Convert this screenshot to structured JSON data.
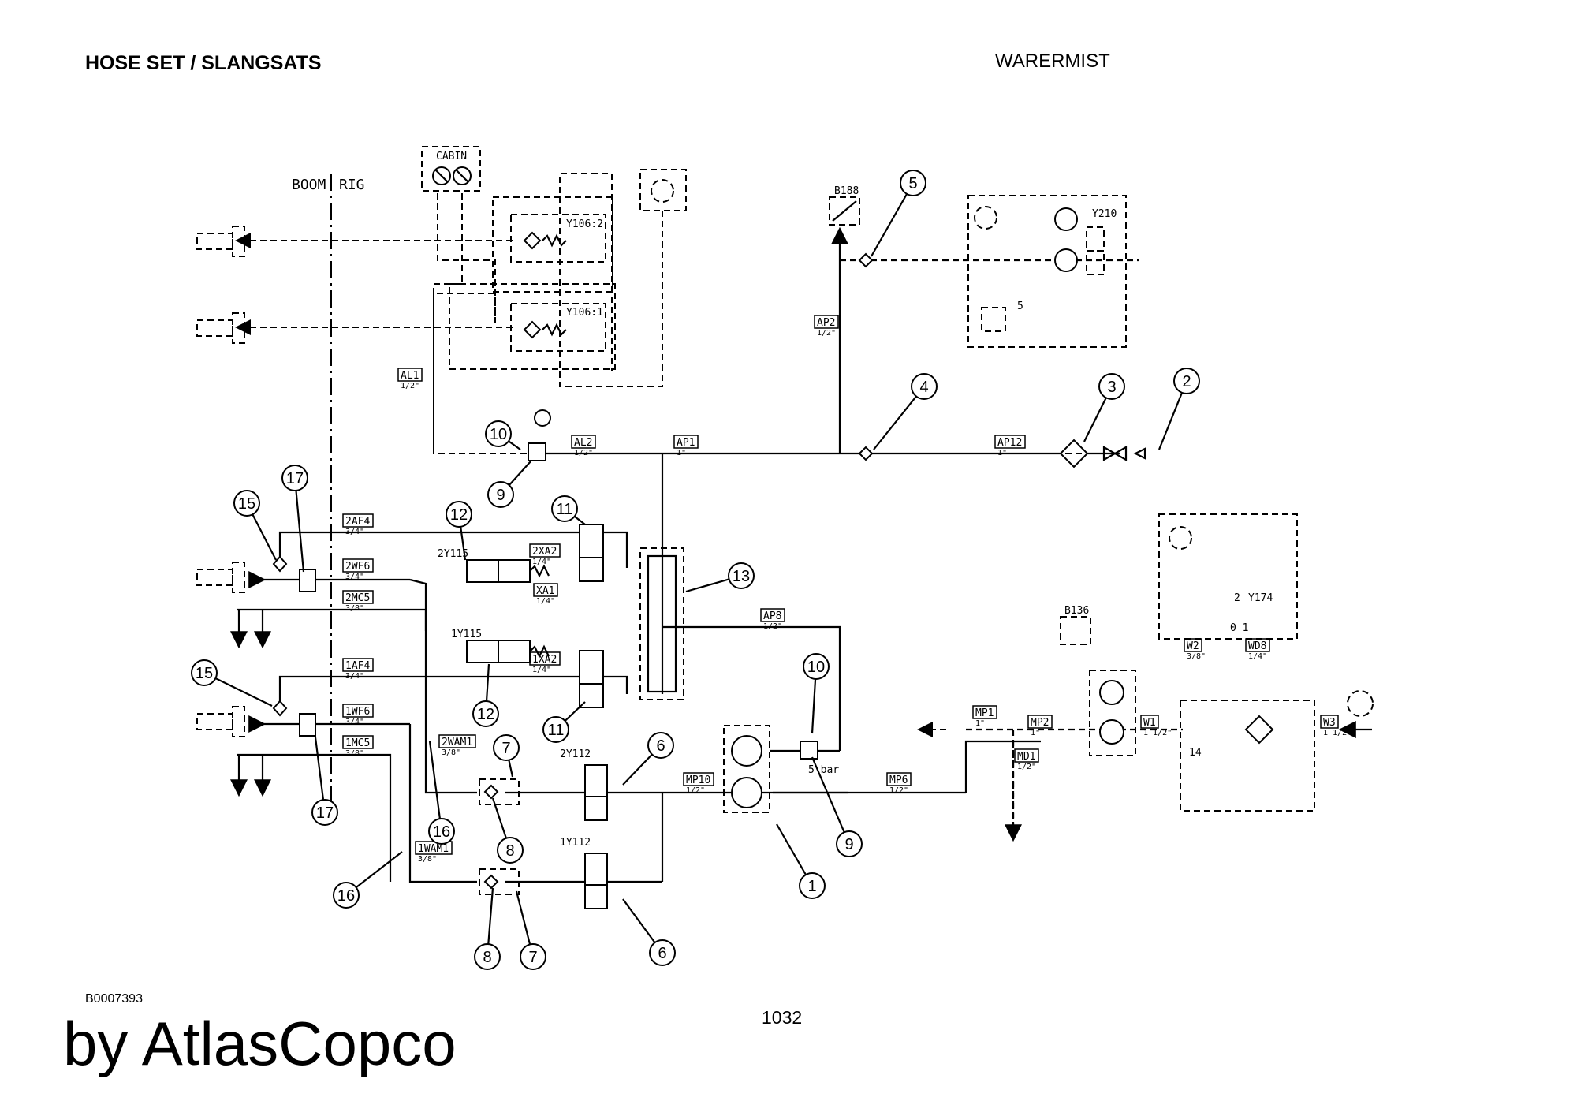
{
  "header": {
    "title": "HOSE SET / SLANGSATS",
    "subtitle": "WARERMIST"
  },
  "footer": {
    "doc_id": "B0007393",
    "page_number": "1032",
    "brand": "by AtlasCopco"
  },
  "diagram": {
    "region_labels": {
      "boom": "BOOM",
      "rig": "RIG",
      "cabin": "CABIN"
    },
    "hose_labels": [
      {
        "code": "AL1",
        "size": "1/2\""
      },
      {
        "code": "AL2",
        "size": "1/2\""
      },
      {
        "code": "AP1",
        "size": "1\""
      },
      {
        "code": "AP2",
        "size": "1/2\""
      },
      {
        "code": "AP12",
        "size": "1\""
      },
      {
        "code": "AP8",
        "size": "1/2\""
      },
      {
        "code": "2AF4",
        "size": "3/4\""
      },
      {
        "code": "2WF6",
        "size": "3/4\""
      },
      {
        "code": "2MC5",
        "size": "3/8\""
      },
      {
        "code": "2XA2",
        "size": "1/4\""
      },
      {
        "code": "XA1",
        "size": "1/4\""
      },
      {
        "code": "1XA2",
        "size": "1/4\""
      },
      {
        "code": "1AF4",
        "size": "3/4\""
      },
      {
        "code": "1WF6",
        "size": "3/4\""
      },
      {
        "code": "1MC5",
        "size": "3/8\""
      },
      {
        "code": "2WAM1",
        "size": "3/8\""
      },
      {
        "code": "1WAM1",
        "size": "3/8\""
      },
      {
        "code": "MP10",
        "size": "1/2\""
      },
      {
        "code": "MP6",
        "size": "1/2\""
      },
      {
        "code": "MP1",
        "size": "1\""
      },
      {
        "code": "MP2",
        "size": "1\""
      },
      {
        "code": "MD1",
        "size": "1/2\""
      },
      {
        "code": "W1",
        "size": "1 1/2\""
      },
      {
        "code": "W2",
        "size": "3/8\""
      },
      {
        "code": "WD8",
        "size": "1/4\""
      },
      {
        "code": "W3",
        "size": "1 1/2\""
      }
    ],
    "component_labels": {
      "y106_2": "Y106:2",
      "y106_1": "Y106:1",
      "b188": "B188",
      "y210": "Y210",
      "b136": "B136",
      "y174": "Y174",
      "v2y115": "2Y115",
      "v1y115": "1Y115",
      "v2y112": "2Y112",
      "v1y112": "1Y112",
      "pressure": "5 bar",
      "pos5": "5",
      "pos14": "14",
      "pos2": "2",
      "pos01": "0 1"
    },
    "callouts": [
      "1",
      "2",
      "3",
      "4",
      "5",
      "6",
      "6",
      "7",
      "7",
      "8",
      "8",
      "9",
      "9",
      "10",
      "10",
      "11",
      "11",
      "12",
      "12",
      "13",
      "15",
      "15",
      "16",
      "16",
      "17",
      "17"
    ]
  }
}
